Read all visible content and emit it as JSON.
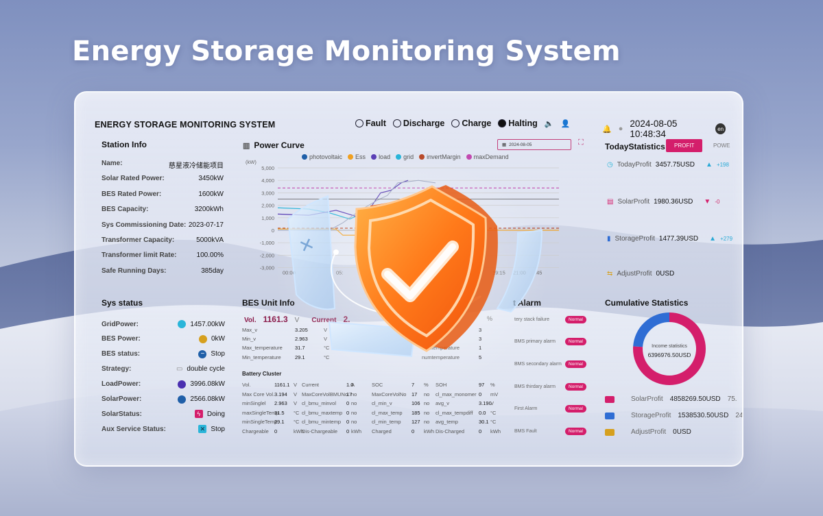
{
  "hero": {
    "title": "Energy Storage Monitoring System"
  },
  "topbar": {
    "system_title": "ENERGY STORAGE MONITORING SYSTEM",
    "states": [
      "Fault",
      "Discharge",
      "Charge",
      "Halting"
    ],
    "datetime": "2024-08-05 10:48:34",
    "lang": "en"
  },
  "station": {
    "title": "Station Info",
    "rows": [
      {
        "k": "Name:",
        "v": "慈星液冷储能项目"
      },
      {
        "k": "Solar Rated Power:",
        "v": "3450kW"
      },
      {
        "k": "BES Rated Power:",
        "v": "1600kW"
      },
      {
        "k": "BES Capacity:",
        "v": "3200kWh"
      },
      {
        "k": "Sys Commissioning Date:",
        "v": "2023-07-17"
      },
      {
        "k": "Transformer Capacity:",
        "v": "5000kVA"
      },
      {
        "k": "Transformer limit Rate:",
        "v": "100.00%"
      },
      {
        "k": "Safe Running Days:",
        "v": "385day"
      }
    ]
  },
  "power_curve": {
    "title": "Power Curve",
    "date": "2024-08-05",
    "legend": [
      "photovoltaic",
      "Ess",
      "load",
      "grid",
      "invertMargin",
      "maxDemand"
    ],
    "legend_colors": [
      "#1f5fa8",
      "#f0a020",
      "#5a3fb5",
      "#2ab5d9",
      "#b84a2a",
      "#c24ab0"
    ],
    "unit": "(kW)",
    "yticks": [
      "5,000",
      "4,000",
      "3,000",
      "2,000",
      "1,000",
      "0",
      "-1,000",
      "-2,000",
      "-3,000"
    ],
    "xticks": [
      "00:00",
      "05:",
      "19:15",
      "21:00",
      ":45"
    ]
  },
  "today": {
    "title": "TodayStatistics",
    "tab_active": "PROFIT",
    "tab_other": "POWE",
    "rows": [
      {
        "label": "TodayProfit",
        "value": "3457.75USD",
        "change": "+198"
      },
      {
        "label": "SolarProfit",
        "value": "1980.36USD",
        "change": "-0"
      },
      {
        "label": "StorageProfit",
        "value": "1477.39USD",
        "change": "+279"
      },
      {
        "label": "AdjustProfit",
        "value": "0USD",
        "change": ""
      }
    ]
  },
  "sys_status": {
    "title": "Sys status",
    "rows": [
      {
        "k": "GridPower:",
        "v": "1457.00kW",
        "color": "#2ab5d9"
      },
      {
        "k": "BES Power:",
        "v": "0kW",
        "color": "#d6a01e"
      },
      {
        "k": "BES status:",
        "v": "Stop",
        "color": "#1f5fa8"
      },
      {
        "k": "Strategy:",
        "v": "double cycle",
        "color": "#888888"
      },
      {
        "k": "LoadPower:",
        "v": "3996.08kW",
        "color": "#4a2fb0"
      },
      {
        "k": "SolarPower:",
        "v": "2566.08kW",
        "color": "#1f5fa8"
      },
      {
        "k": "SolarStatus:",
        "v": "Doing",
        "color": "#d41e6b"
      },
      {
        "k": "Aux Service Status:",
        "v": "Stop",
        "color": "#2ab5d9"
      }
    ]
  },
  "bes_unit": {
    "title": "BES Unit Info",
    "vol_label": "Vol.",
    "vol_value": "1161.3",
    "vol_unit": "V",
    "current_label": "Current",
    "current_value": "2.",
    "pct_unit": "%",
    "rows": [
      {
        "k": "Max_v",
        "v": "3.205",
        "u": "V"
      },
      {
        "k": "Min_v",
        "v": "2.963",
        "u": "V"
      },
      {
        "k": "Max_temperature",
        "v": "31.7",
        "u": "°C"
      },
      {
        "k": "Min_temperature",
        "v": "29.1",
        "u": "°C"
      }
    ],
    "right_rows": [
      {
        "k": "",
        "v": "3"
      },
      {
        "k": "",
        "v": "3"
      },
      {
        "k": "numtemperature",
        "v": "1"
      },
      {
        "k": "numtemperature",
        "v": "5"
      }
    ],
    "cluster_title": "Battery Cluster",
    "cluster_rows": [
      [
        "Vol.",
        "1161.1",
        "V",
        "Current",
        "1.0",
        "A",
        "SOC",
        "7",
        "%",
        "SOH",
        "97",
        "%"
      ],
      [
        "Max Core Vol.",
        "3.194",
        "V",
        "MaxCoreVolBMUNo",
        "17",
        "no",
        "MaxCoreVolNo",
        "17",
        "no",
        "cl_max_monomer",
        "0",
        "mV"
      ],
      [
        "minSinglel",
        "2.963",
        "V",
        "cl_bmu_minvol",
        "0",
        "no",
        "cl_min_v",
        "106",
        "no",
        "avg_v",
        "3.190",
        "V"
      ],
      [
        "maxSingleTemp",
        "31.5",
        "°C",
        "cl_bmu_maxtemp",
        "0",
        "no",
        "cl_max_temp",
        "185",
        "no",
        "cl_max_tempdiff",
        "0.0",
        "°C"
      ],
      [
        "minSingleTemp",
        "29.1",
        "°C",
        "cl_bmu_mintemp",
        "0",
        "no",
        "cl_min_temp",
        "127",
        "no",
        "avg_temp",
        "30.1",
        "°C"
      ],
      [
        "Chargeable",
        "0",
        "kWh",
        "Dis-Chargeable",
        "0",
        "kWh",
        "Charged",
        "0",
        "kWh",
        "Dis-Charged",
        "0",
        "kWh"
      ]
    ]
  },
  "alarm": {
    "title": "t Alarm",
    "rows": [
      {
        "k": "tery stack failure",
        "badge": "Normal"
      },
      {
        "k": "BMS primary alarm",
        "badge": "Normal"
      },
      {
        "k": "BMS secondary alarm",
        "badge": "Normal"
      },
      {
        "k": "BMS thirdary alarm",
        "badge": "Normal"
      },
      {
        "k": "First Alarm",
        "badge": "Normal"
      },
      {
        "k": "BMS Fault",
        "badge": "Normal"
      }
    ]
  },
  "cumulative": {
    "title": "Cumulative Statistics",
    "donut_label": "Income statistics",
    "donut_value": "6396976.50USD",
    "donut_fractions": [
      0.76,
      0.24
    ],
    "donut_colors": [
      "#d41e6b",
      "#2f6dd4"
    ],
    "rows": [
      {
        "label": "SolarProfit",
        "value": "4858269.50USD",
        "pct": "75.",
        "color": "#d41e6b"
      },
      {
        "label": "StorageProfit",
        "value": "1538530.50USD",
        "pct": "24.",
        "color": "#2f6dd4"
      },
      {
        "label": "AdjustProfit",
        "value": "0USD",
        "pct": "",
        "color": "#d6a01e"
      }
    ]
  }
}
